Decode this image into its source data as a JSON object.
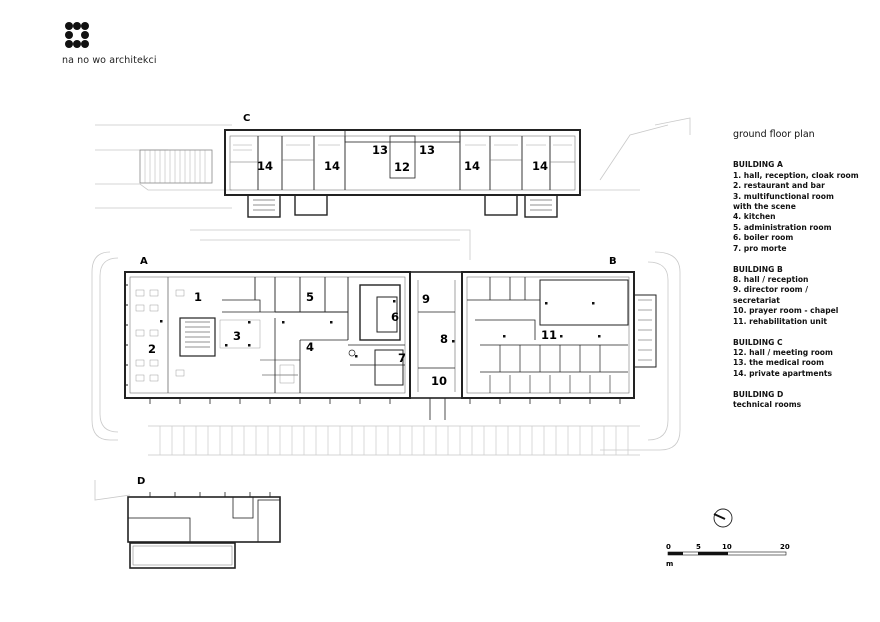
{
  "logo": {
    "text": "na no wo architekci"
  },
  "legend": {
    "title": "ground floor plan",
    "groups": [
      {
        "heading": "BUILDING A",
        "items": [
          "1. hall, reception, cloak room",
          "2. restaurant and bar",
          "3. multifunctional room",
          "with the scene",
          "4. kitchen",
          "5. administration room",
          "6. boiler room",
          "7. pro morte"
        ]
      },
      {
        "heading": "BUILDING B",
        "items": [
          "8. hall / reception",
          "9. director room /",
          "secretariat",
          "10. prayer room - chapel",
          "11. rehabilitation unit"
        ]
      },
      {
        "heading": "BUILDING C",
        "items": [
          "12. hall / meeting room",
          "13. the medical room",
          "14. private apartments"
        ]
      },
      {
        "heading": "BUILDING D",
        "items": [
          "technical rooms"
        ]
      }
    ]
  },
  "building_letters": {
    "a": "A",
    "b": "B",
    "c": "C",
    "d": "D"
  },
  "room_labels": {
    "r1": "1",
    "r2": "2",
    "r3": "3",
    "r4": "4",
    "r5": "5",
    "r6": "6",
    "r7": "7",
    "r8": "8",
    "r9": "9",
    "r10": "10",
    "r11": "11",
    "r12": "12",
    "r13a": "13",
    "r13b": "13",
    "r14a": "14",
    "r14b": "14",
    "r14c": "14",
    "r14d": "14"
  },
  "scale": {
    "ticks": [
      "0",
      "5",
      "10",
      "20"
    ],
    "unit": "m"
  }
}
